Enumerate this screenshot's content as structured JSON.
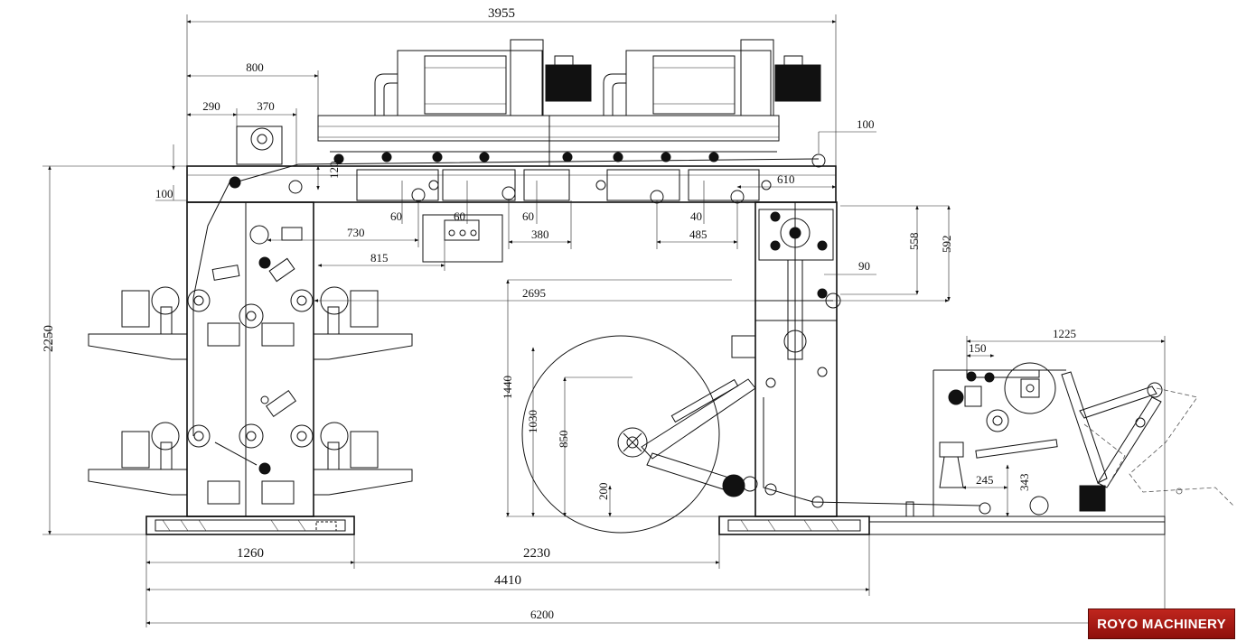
{
  "drawing": {
    "dimensions": {
      "overall_top": "3955",
      "d800": "800",
      "d290": "290",
      "d370": "370",
      "d100_left": "100",
      "d120": "120",
      "d100_right": "100",
      "d610": "610",
      "d60_a": "60",
      "d60_b": "60",
      "d60_c": "60",
      "d40": "40",
      "d730": "730",
      "d815": "815",
      "d380": "380",
      "d485": "485",
      "d2695": "2695",
      "d558": "558",
      "d592": "592",
      "d90": "90",
      "d2250": "2250",
      "d1440": "1440",
      "d1030": "1030",
      "d850": "850",
      "d200": "200",
      "d1225": "1225",
      "d150": "150",
      "d245": "245",
      "d343": "343",
      "d1260": "1260",
      "d2230": "2230",
      "d4410": "4410",
      "d6200": "6200"
    }
  },
  "brand": {
    "label": "ROYO MACHINERY"
  }
}
